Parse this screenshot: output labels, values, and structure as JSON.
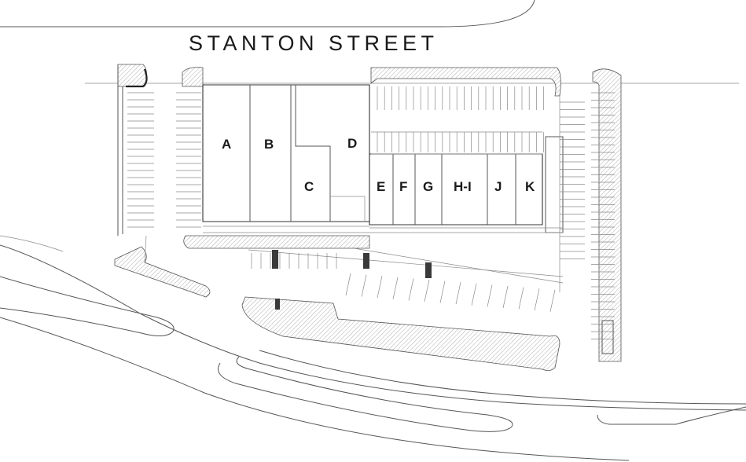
{
  "street": {
    "name": "STANTON STREET"
  },
  "units": [
    {
      "id": "unit-a",
      "label": "A"
    },
    {
      "id": "unit-b",
      "label": "B"
    },
    {
      "id": "unit-c",
      "label": "C"
    },
    {
      "id": "unit-d",
      "label": "D"
    },
    {
      "id": "unit-e",
      "label": "E"
    },
    {
      "id": "unit-f",
      "label": "F"
    },
    {
      "id": "unit-g",
      "label": "G"
    },
    {
      "id": "unit-hi",
      "label": "H-I"
    },
    {
      "id": "unit-j",
      "label": "J"
    },
    {
      "id": "unit-k",
      "label": "K"
    }
  ],
  "colors": {
    "background": "#ffffff",
    "linework": "#333333",
    "hatch": "#9a9a9a"
  }
}
